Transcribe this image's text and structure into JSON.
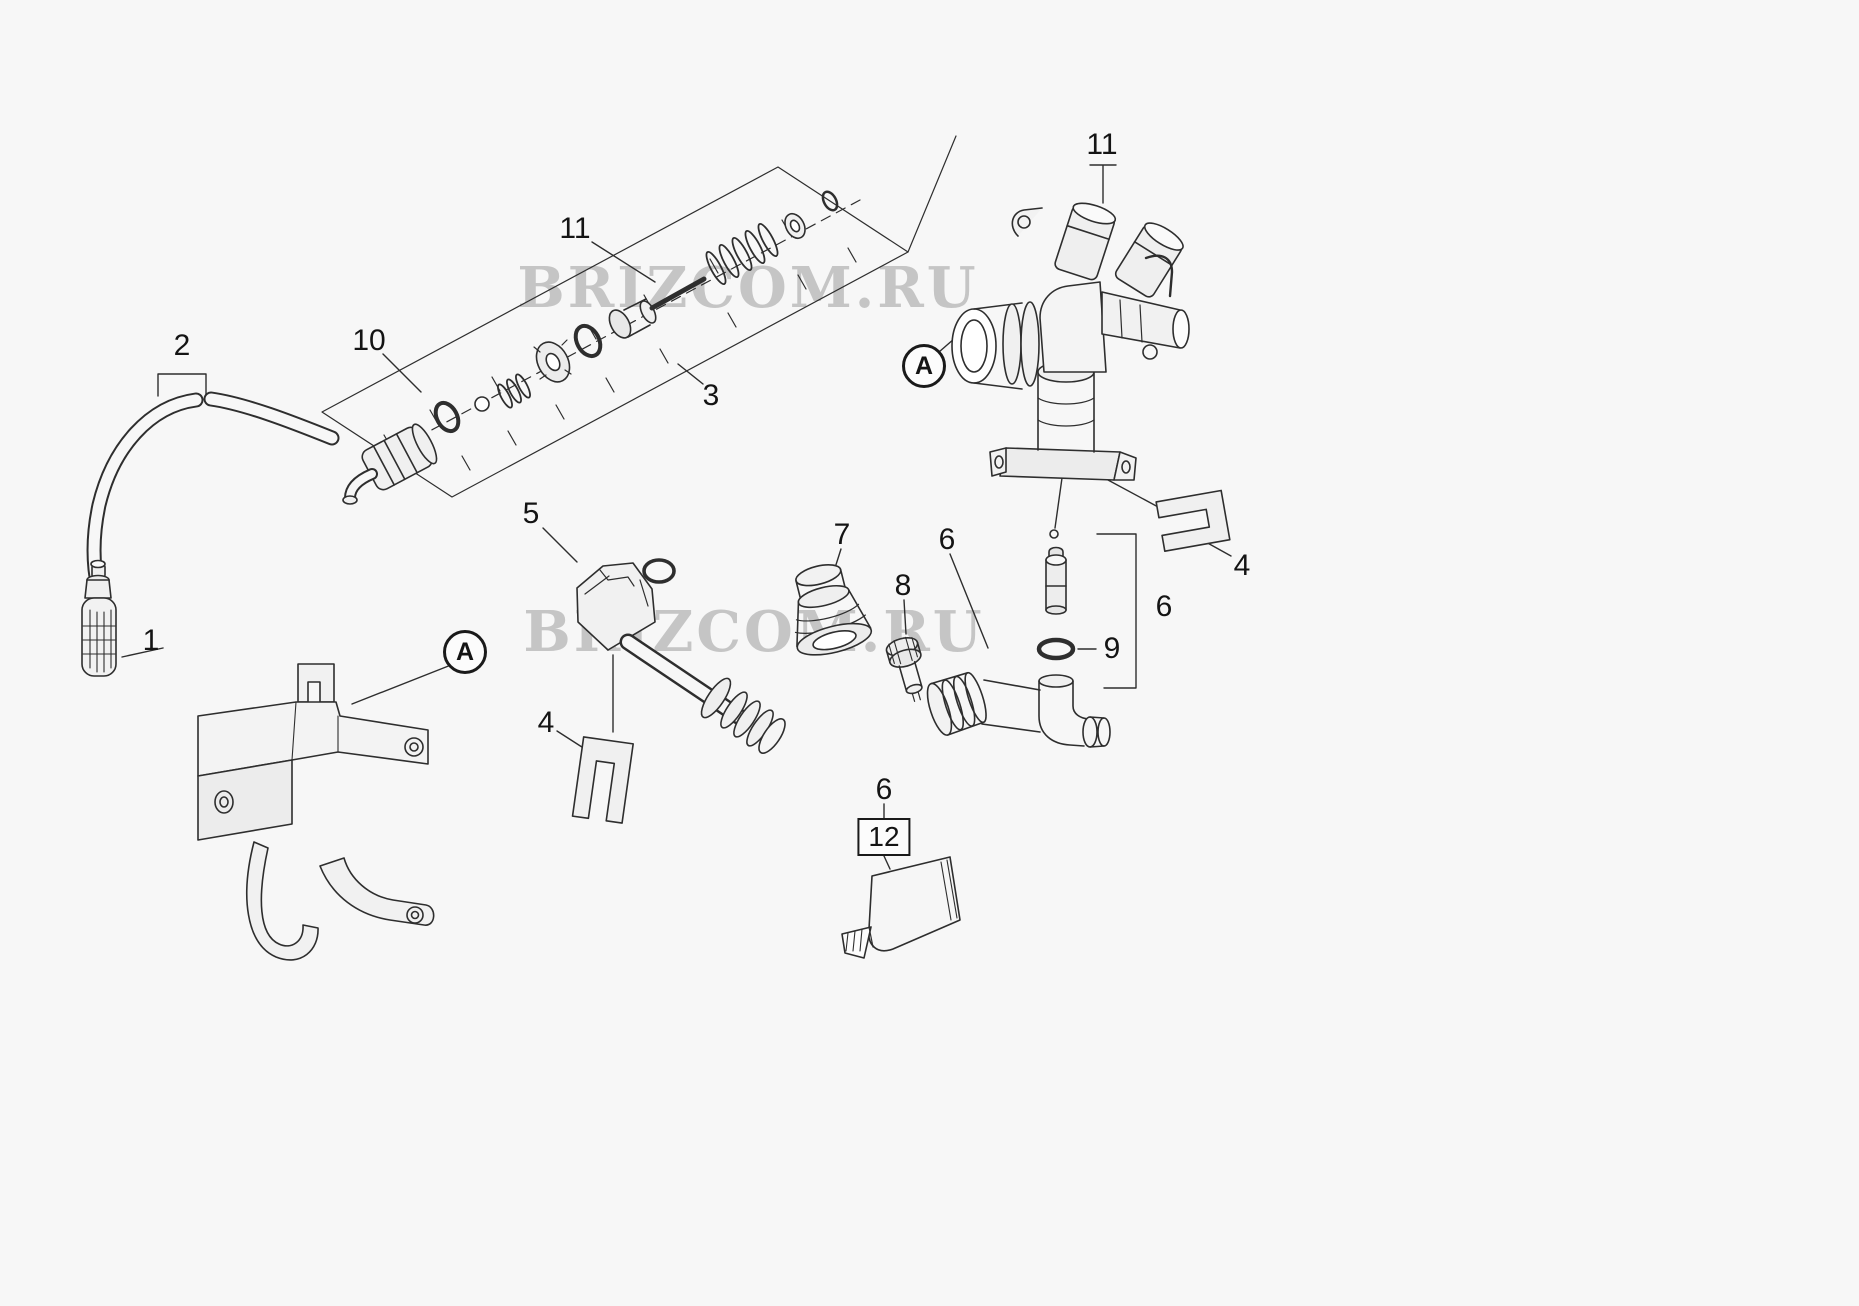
{
  "diagram": {
    "watermarks": [
      {
        "text": "BRIZCOM.RU"
      },
      {
        "text": "BRIZCOM.RU"
      }
    ],
    "labels": {
      "part2": "2",
      "part11_left": "11",
      "part10": "10",
      "part3": "3",
      "part11_right": "11",
      "view_a_1": "A",
      "part1": "1",
      "part5": "5",
      "part7": "7",
      "part6_mid": "6",
      "part8": "8",
      "part4_right": "4",
      "part6_right": "6",
      "part9": "9",
      "view_a_2": "A",
      "part4_left": "4",
      "part6_bottom": "6",
      "part12": "12"
    }
  }
}
